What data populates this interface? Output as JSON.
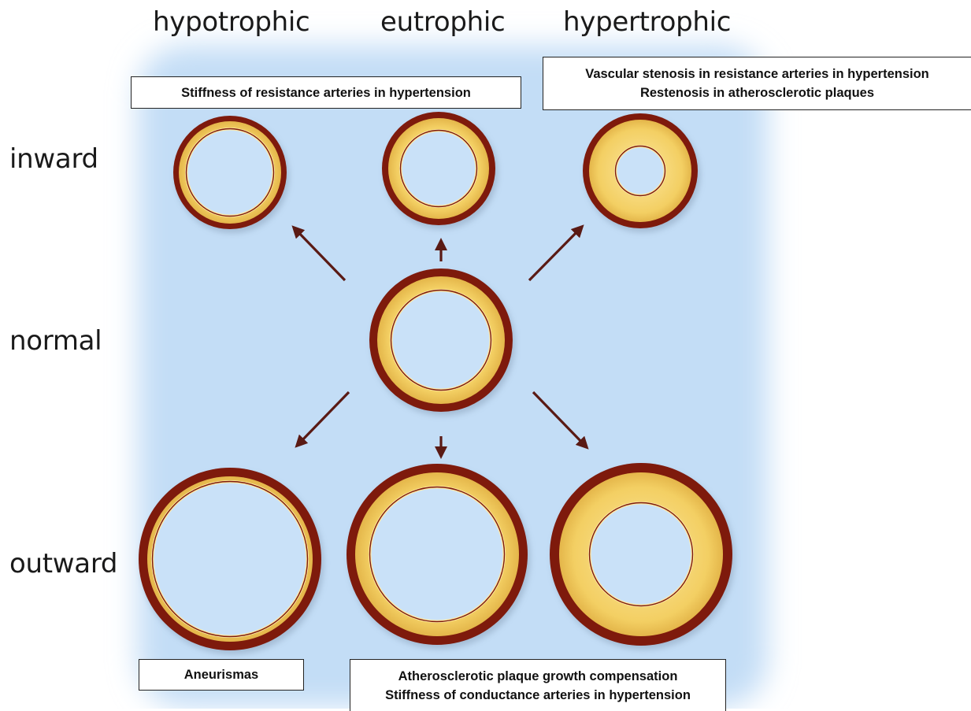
{
  "columns": {
    "hypotrophic": "hypotrophic",
    "eutrophic": "eutrophic",
    "hypertrophic": "hypertrophic"
  },
  "rows": {
    "inward": "inward",
    "normal": "normal",
    "outward": "outward"
  },
  "boxes": {
    "inward_hypotrophic": [
      "Stiffness of resistance arteries in hypertension"
    ],
    "inward_hypertrophic": [
      "Vascular stenosis in resistance arteries in hypertension",
      "Restenosis in atherosclerotic plaques"
    ],
    "outward_hypotrophic": [
      "Aneurismas"
    ],
    "outward_hypertrophic": [
      "Atherosclerotic plaque growth compensation",
      "Stiffness of conductance arteries in hypertension"
    ]
  },
  "colors": {
    "adventitia": "#7e1a0c",
    "media": "#f3cf63",
    "media_highlight": "#fde9a6",
    "lumen": "#c9e1f8",
    "panel": "#c3ddf6",
    "arrow": "#5a1a14"
  },
  "vessels": [
    {
      "id": "vessel-inward-hypotrophic",
      "row": "inward",
      "column": "hypotrophic"
    },
    {
      "id": "vessel-inward-eutrophic",
      "row": "inward",
      "column": "eutrophic"
    },
    {
      "id": "vessel-inward-hypertrophic",
      "row": "inward",
      "column": "hypertrophic"
    },
    {
      "id": "vessel-normal",
      "row": "normal",
      "column": "eutrophic"
    },
    {
      "id": "vessel-outward-hypotrophic",
      "row": "outward",
      "column": "hypotrophic"
    },
    {
      "id": "vessel-outward-eutrophic",
      "row": "outward",
      "column": "eutrophic"
    },
    {
      "id": "vessel-outward-hypertrophic",
      "row": "outward",
      "column": "hypertrophic"
    }
  ]
}
